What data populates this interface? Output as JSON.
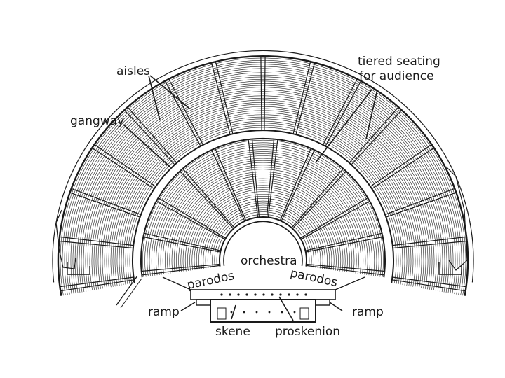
{
  "labels": {
    "aisles": "aisles",
    "tiered_line1": "tiered seating",
    "tiered_line2": "for audience",
    "gangway": "gangway",
    "orchestra": "orchestra",
    "parodos_left": "parodos",
    "parodos_right": "parodos",
    "ramp_left": "ramp",
    "ramp_right": "ramp",
    "skene": "skene",
    "proskenion": "proskenion"
  },
  "colors": {
    "ink": "#1a1a1a",
    "paper": "#ffffff"
  }
}
